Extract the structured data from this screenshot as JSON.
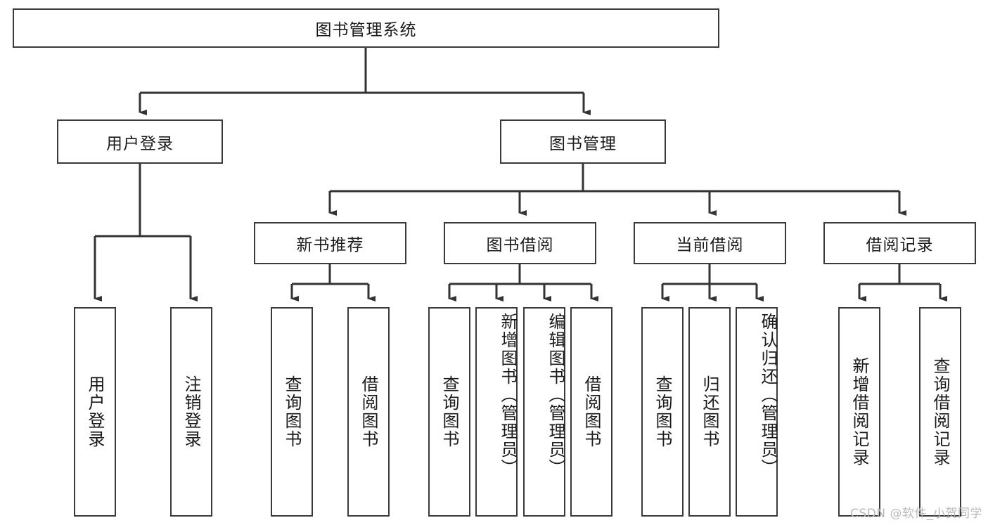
{
  "diagram": {
    "type": "tree-hierarchy-flowchart",
    "title": "图书管理系统",
    "watermark": "CSDN @软件_小贺同学",
    "colors": {
      "box_border": "#3a3a3a",
      "box_fill": "#ffffff",
      "connector": "#333333",
      "text": "#1a1a1a",
      "watermark": "#b9b9b9",
      "background": "#ffffff"
    },
    "levels": {
      "root": {
        "label": "图书管理系统"
      },
      "level2": [
        {
          "id": "user-login",
          "label": "用户登录"
        },
        {
          "id": "book-manage",
          "label": "图书管理"
        }
      ],
      "level3": [
        {
          "id": "new-book-recommend",
          "label": "新书推荐",
          "parent": "book-manage"
        },
        {
          "id": "book-borrow",
          "label": "图书借阅",
          "parent": "book-manage"
        },
        {
          "id": "current-borrow",
          "label": "当前借阅",
          "parent": "book-manage"
        },
        {
          "id": "borrow-record",
          "label": "借阅记录",
          "parent": "book-manage"
        }
      ],
      "leaves": [
        {
          "id": "leaf-user-login",
          "label": "用户登录",
          "parent": "user-login"
        },
        {
          "id": "leaf-logout",
          "label": "注销登录",
          "parent": "user-login"
        },
        {
          "id": "leaf-query-book-1",
          "label": "查询图书",
          "parent": "new-book-recommend"
        },
        {
          "id": "leaf-borrow-book-1",
          "label": "借阅图书",
          "parent": "new-book-recommend"
        },
        {
          "id": "leaf-query-book-2",
          "label": "查询图书",
          "parent": "book-borrow"
        },
        {
          "id": "leaf-add-book",
          "label": "新增图书（管理员）",
          "parent": "book-borrow"
        },
        {
          "id": "leaf-edit-book",
          "label": "编辑图书（管理员）",
          "parent": "book-borrow"
        },
        {
          "id": "leaf-borrow-book-2",
          "label": "借阅图书",
          "parent": "book-borrow"
        },
        {
          "id": "leaf-query-book-3",
          "label": "查询图书",
          "parent": "current-borrow"
        },
        {
          "id": "leaf-return-book",
          "label": "归还图书",
          "parent": "current-borrow"
        },
        {
          "id": "leaf-confirm-return",
          "label": "确认归还（管理员）",
          "parent": "current-borrow"
        },
        {
          "id": "leaf-add-record",
          "label": "新增借阅记录",
          "parent": "borrow-record"
        },
        {
          "id": "leaf-query-record",
          "label": "查询借阅记录",
          "parent": "borrow-record"
        }
      ]
    }
  }
}
